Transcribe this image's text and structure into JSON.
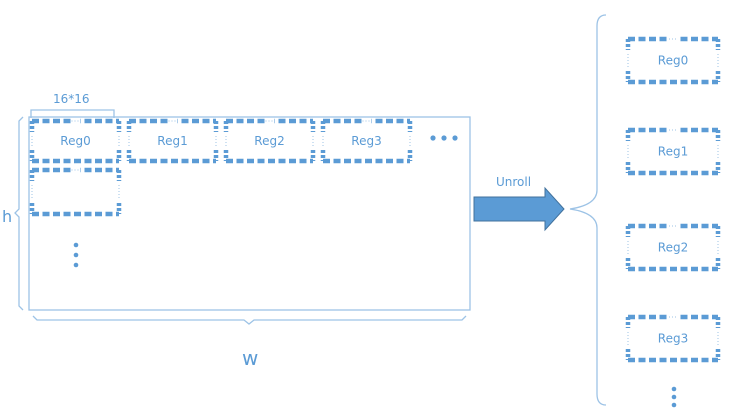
{
  "colors": {
    "outline": "#9dc3e6",
    "block": "#5b9bd5",
    "text": "#5b9bd5",
    "arrow": "#5b9bd5"
  },
  "labels": {
    "tile_size": "16*16",
    "height": "h",
    "width": "w",
    "unroll": "Unroll"
  },
  "grid_registers": [
    "Reg0",
    "Reg1",
    "Reg2",
    "Reg3"
  ],
  "unrolled_registers": [
    "Reg0",
    "Reg1",
    "Reg2",
    "Reg3"
  ],
  "icons": {
    "row_continuation": "ellipsis-horizontal-icon",
    "column_continuation": "ellipsis-vertical-icon",
    "list_continuation": "ellipsis-vertical-icon",
    "unroll_arrow": "arrow-right-icon",
    "brace": "left-brace-icon"
  }
}
